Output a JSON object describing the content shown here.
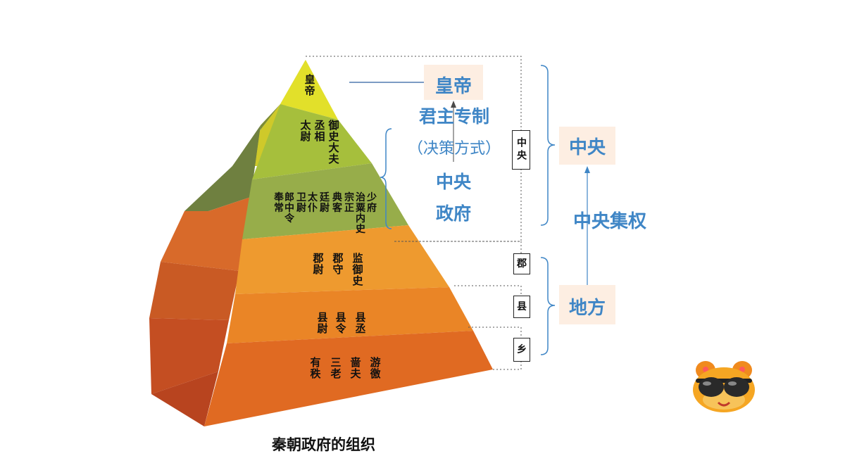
{
  "caption": "秦朝政府的组织",
  "pyramid_levels": [
    {
      "texts": [
        "皇帝"
      ],
      "color": "#e2e02a"
    },
    {
      "texts": [
        "太尉",
        "丞相",
        "御史大夫"
      ],
      "color": "#a6bf3c"
    },
    {
      "texts": [
        "奉常",
        "郎中令",
        "卫尉",
        "太仆",
        "廷尉",
        "典客",
        "宗正",
        "治粟内史",
        "少府"
      ],
      "color": "#97ad4a"
    },
    {
      "texts": [
        "郡尉",
        "郡守",
        "监御史"
      ],
      "color": "#ee9a2f"
    },
    {
      "texts": [
        "县尉",
        "县令",
        "县丞"
      ],
      "color": "#ea8526"
    },
    {
      "texts": [
        "有秩",
        "三老",
        "啬夫",
        "游徼"
      ],
      "color": "#e06a22"
    }
  ],
  "side_boxes": {
    "central": "中央",
    "commandery": "郡",
    "county": "县",
    "township": "乡"
  },
  "annotations": {
    "emperor": "皇帝",
    "autocracy": "君主专制",
    "decision_mode": "（决策方式）",
    "central_government_line1": "中央",
    "central_government_line2": "政府",
    "central": "中央",
    "centralization": "中央集权",
    "local": "地方"
  },
  "colors": {
    "annotation_blue": "#3f86c6",
    "highlight_bg": "#fdeee2"
  },
  "mascot": "sunglasses-mascot-icon"
}
